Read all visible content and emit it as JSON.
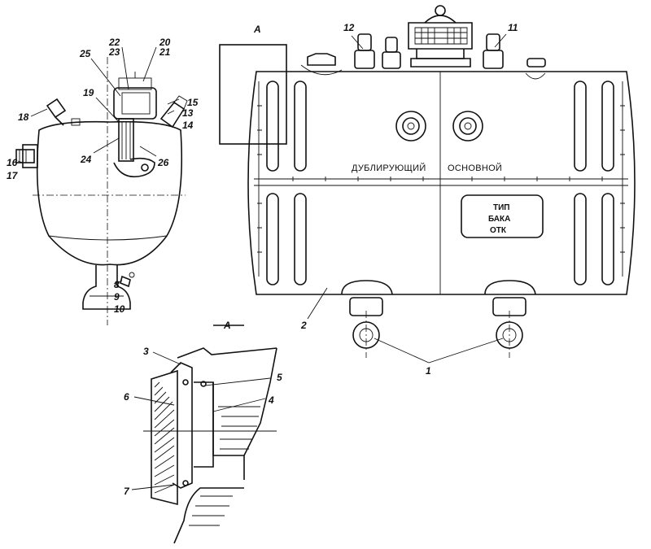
{
  "figure": {
    "main_view": {
      "section_marker": "А",
      "inscription_left": "ДУБЛИРУЮЩИЙ",
      "inscription_right": "ОСНОВНОЙ",
      "plate_lines": [
        "ТИП",
        "БАКА",
        "ОТК"
      ]
    },
    "section_view": {
      "title": "А"
    },
    "callouts": {
      "side_view": [
        "22",
        "23",
        "20",
        "21",
        "25",
        "19",
        "15",
        "13",
        "14",
        "18",
        "24",
        "26",
        "16",
        "17",
        "8",
        "9",
        "10"
      ],
      "main_view": [
        "12",
        "11",
        "2",
        "1"
      ],
      "section_view": [
        "3",
        "5",
        "6",
        "4",
        "7"
      ]
    }
  }
}
